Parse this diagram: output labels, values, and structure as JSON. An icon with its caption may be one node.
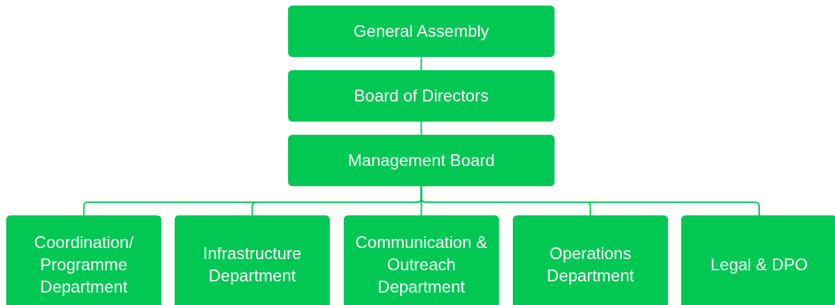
{
  "diagram": {
    "nodes": [
      {
        "text": [
          "General Assembly"
        ]
      },
      {
        "text": [
          "Board of Directors"
        ]
      },
      {
        "text": [
          "Management Board"
        ]
      },
      {
        "text": [
          "Coordination/ Programme Department"
        ]
      },
      {
        "text": [
          "Infrastructure Department"
        ]
      },
      {
        "text": [
          "Communication & Outreach Department"
        ]
      },
      {
        "text": [
          "Operations Department"
        ]
      },
      {
        "text": [
          "Legal & DPO"
        ]
      }
    ],
    "edges": [
      {
        "from": 0,
        "to": 1,
        "arrow": "none"
      },
      {
        "from": 1,
        "to": 2,
        "arrow": "none"
      },
      {
        "from": 2,
        "to": 3,
        "arrow": "none"
      },
      {
        "from": 2,
        "to": 4,
        "arrow": "none"
      },
      {
        "from": 2,
        "to": 5,
        "arrow": "none"
      },
      {
        "from": 2,
        "to": 6,
        "arrow": "none"
      },
      {
        "from": 2,
        "to": 7,
        "arrow": "none"
      }
    ]
  }
}
